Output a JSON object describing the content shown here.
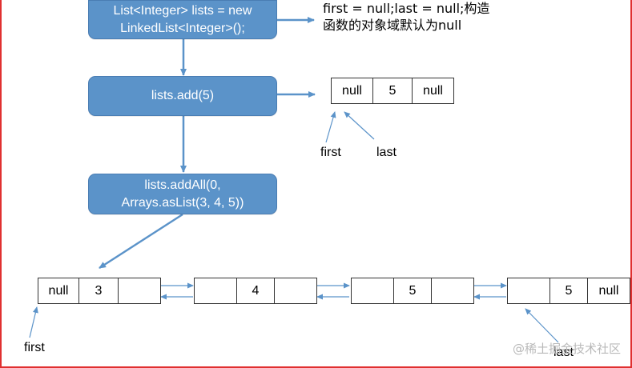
{
  "steps": {
    "construct": {
      "line1": "List<Integer> lists = new",
      "line2": "LinkedList<Integer>();"
    },
    "add": {
      "label": "lists.add(5)"
    },
    "addAll": {
      "line1": "lists.addAll(0,",
      "line2": "Arrays.asList(3, 4, 5))"
    }
  },
  "notes": {
    "construct": {
      "line1": "first = null;last = null;构造",
      "line2": "函数的对象域默认为null"
    }
  },
  "after_add": {
    "node": [
      "null",
      "5",
      "null"
    ],
    "first_label": "first",
    "last_label": "last"
  },
  "after_addAll": {
    "nodes": [
      [
        "null",
        "3",
        ""
      ],
      [
        "",
        "4",
        ""
      ],
      [
        "",
        "5",
        ""
      ],
      [
        "",
        "5",
        "null"
      ]
    ],
    "first_label": "first",
    "last_label": "last"
  },
  "watermark": "@稀土掘金技术社区",
  "colors": {
    "step_fill": "#5b93c9",
    "arrow": "#5b93c9",
    "frame": "#e03030"
  }
}
